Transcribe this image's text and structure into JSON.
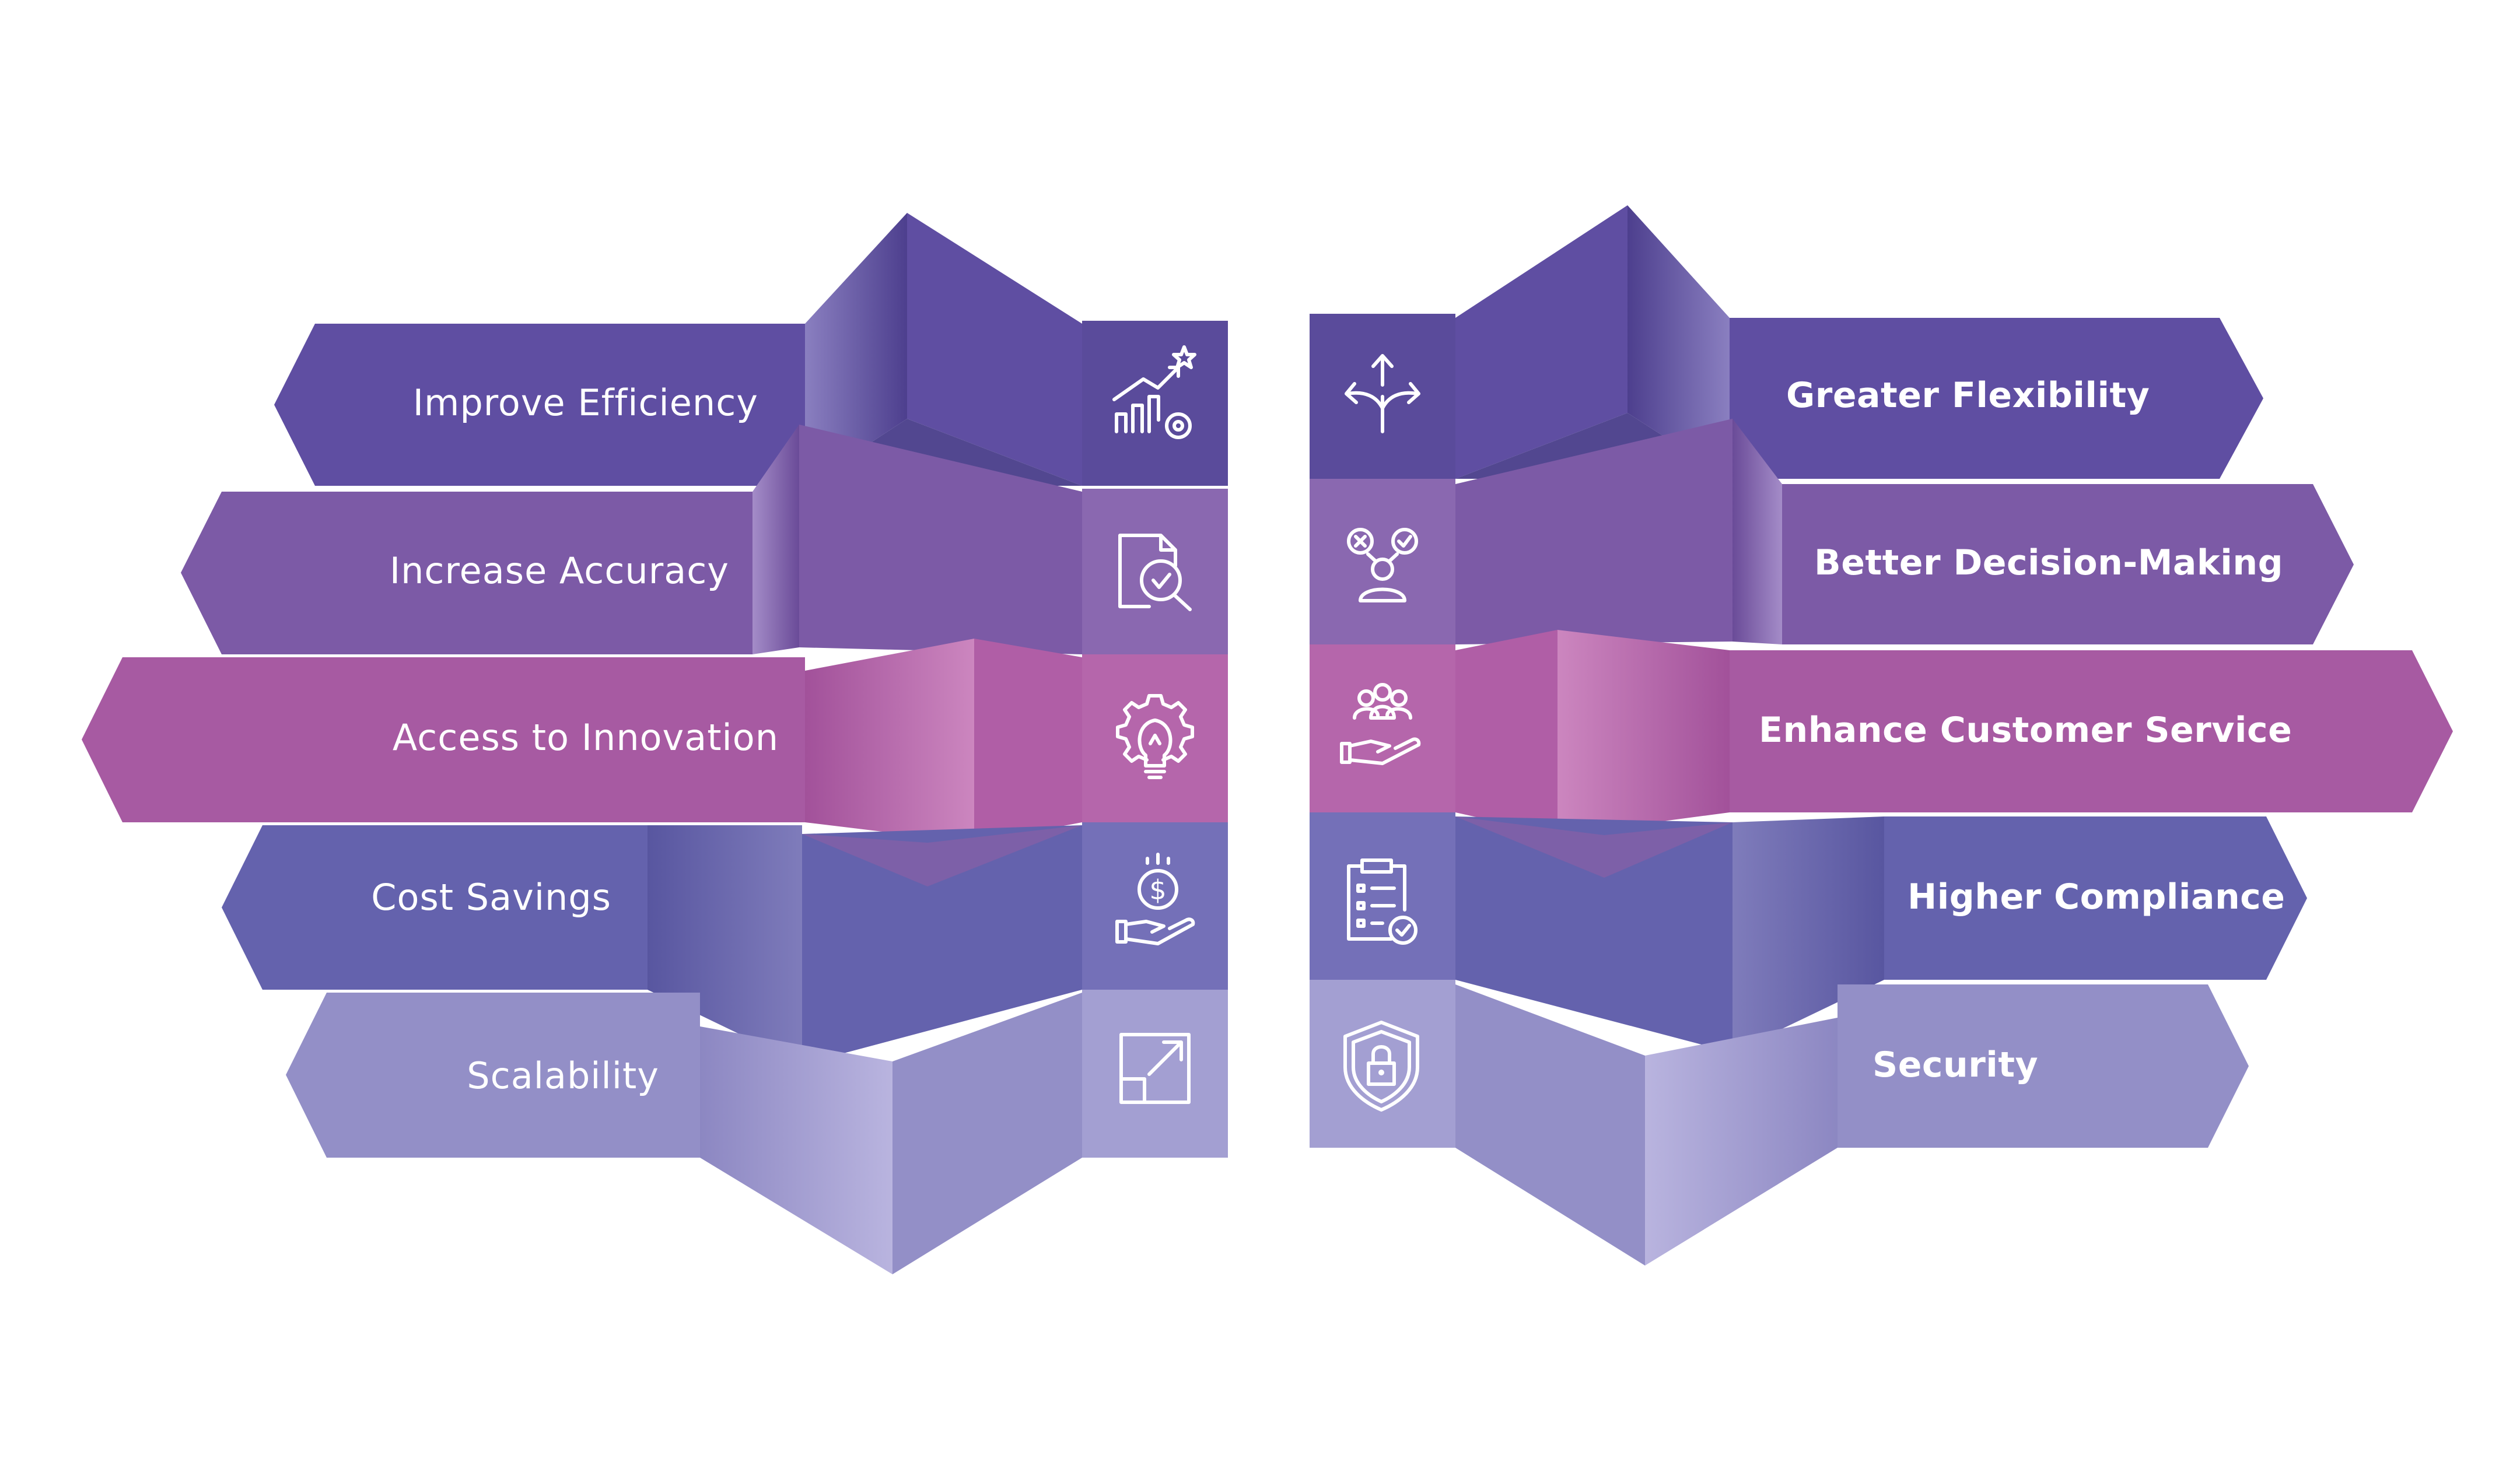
{
  "colors": {
    "row1": "#5f4ea2",
    "row2": "#7c5aa6",
    "row3": "#a75aa2",
    "row4": "#6462ad",
    "row5": "#938fc7",
    "icon": "#ffffff",
    "background": "#ffffff"
  },
  "left": {
    "items": [
      {
        "label": "Improve Efficiency",
        "icon": "growth-chart-gear-icon"
      },
      {
        "label": "Increase Accuracy",
        "icon": "document-magnifier-check-icon"
      },
      {
        "label": "Access to Innovation",
        "icon": "lightbulb-gear-icon"
      },
      {
        "label": "Cost Savings",
        "icon": "hand-dollar-coin-icon"
      },
      {
        "label": "Scalability",
        "icon": "expand-arrow-icon"
      }
    ]
  },
  "right": {
    "items": [
      {
        "label": "Greater Flexibility",
        "icon": "split-arrows-icon"
      },
      {
        "label": "Better Decision-Making",
        "icon": "person-choice-icon"
      },
      {
        "label": "Enhance Customer Service",
        "icon": "hand-people-icon"
      },
      {
        "label": "Higher Compliance",
        "icon": "clipboard-checklist-icon"
      },
      {
        "label": "Security",
        "icon": "shield-lock-icon"
      }
    ]
  }
}
